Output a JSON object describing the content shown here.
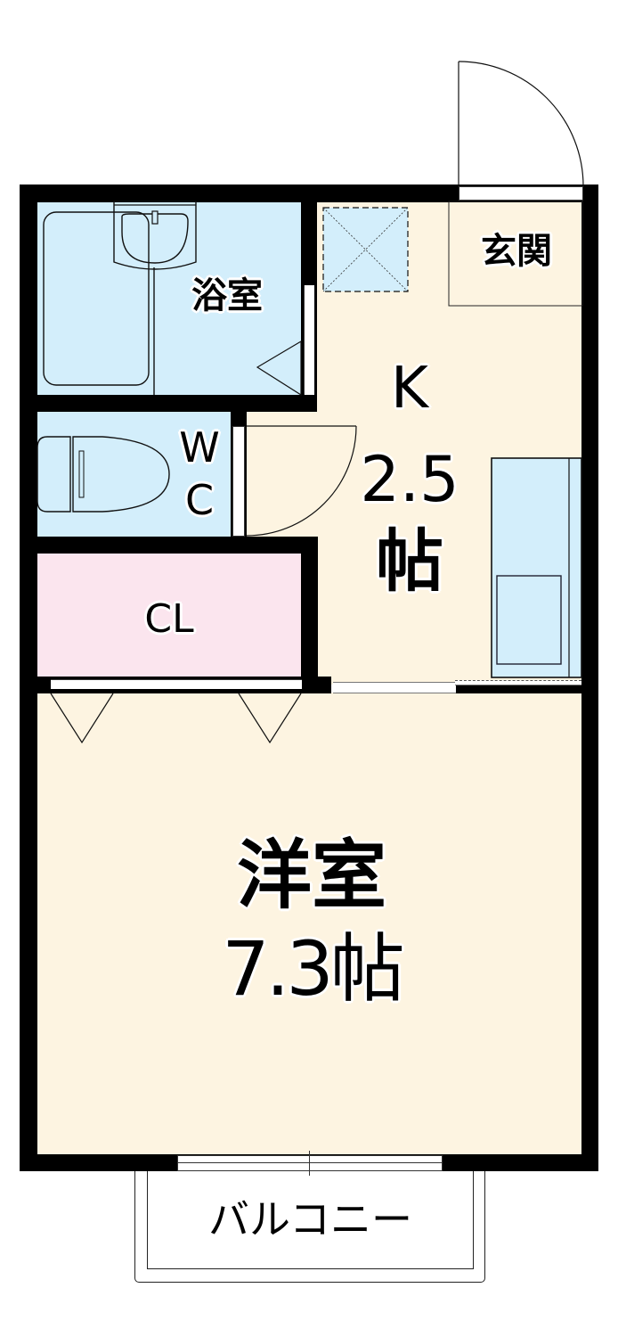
{
  "floorplan": {
    "rooms": {
      "bathroom": {
        "label": "浴室"
      },
      "entrance": {
        "label": "玄関"
      },
      "kitchen": {
        "label": "K",
        "size": "2.5",
        "unit": "帖"
      },
      "toilet": {
        "label_line1": "W",
        "label_line2": "C"
      },
      "closet": {
        "label": "CL"
      },
      "western_room": {
        "label": "洋室",
        "size_label": "7.3帖"
      },
      "balcony": {
        "label": "バルコニー"
      }
    },
    "colors": {
      "wall": "#000000",
      "wet_area": "#d3eefb",
      "room_floor": "#fdf4e1",
      "closet_floor": "#fbe5ee"
    },
    "icons": [
      "bathtub-icon",
      "washbasin-icon",
      "toilet-icon",
      "kitchen-counter-icon",
      "sink-icon",
      "washer-space-icon",
      "door-swing-icon",
      "window-icon",
      "folding-door-icon"
    ]
  }
}
